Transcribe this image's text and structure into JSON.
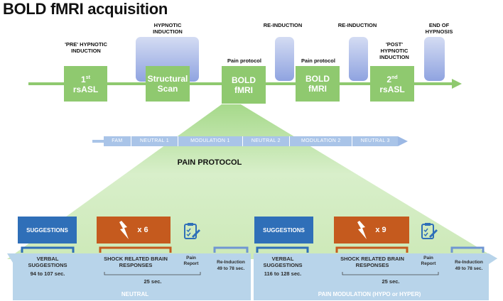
{
  "title": "BOLD fMRI acquisition",
  "timeline": {
    "above_labels": {
      "pre_hypnotic": "'PRE' HYPNOTIC INDUCTION",
      "hypnotic": "HYPNOTIC INDUCTION",
      "re_induction_1": "RE-INDUCTION",
      "re_induction_2": "RE-INDUCTION",
      "post_hypnotic": "'POST' HYPNOTIC INDUCTION",
      "end": "END OF HYPNOSIS",
      "pain_protocol_1": "Pain protocol",
      "pain_protocol_2": "Pain protocol"
    },
    "boxes": {
      "rsasl1_num": "1",
      "rsasl1_sup": "st",
      "rsasl1_word": "rsASL",
      "structural_1": "Structural",
      "structural_2": "Scan",
      "bold1_a": "BOLD",
      "bold1_b": "fMRI",
      "bold2_a": "BOLD",
      "bold2_b": "fMRI",
      "rsasl2_num": "2",
      "rsasl2_sup": "nd",
      "rsasl2_word": "rsASL"
    }
  },
  "segments": [
    "FAM",
    "NEUTRAL 1",
    "MODULATION 1",
    "NEUTRAL 2",
    "MODULATION 2",
    "NEUTRAL 3"
  ],
  "pain_protocol_title": "PAIN PROTOCOL",
  "left_panel": {
    "suggestions": "SUGGESTIONS",
    "shock_count": "x 6",
    "verbal_1": "VERBAL",
    "verbal_2": "SUGGESTIONS",
    "verbal_time": "94 to 107 sec.",
    "shock_label_1": "SHOCK RELATED BRAIN",
    "shock_label_2": "RESPONSES",
    "pain_report_1": "Pain",
    "pain_report_2": "Report",
    "duration": "25 sec.",
    "reinduction": "Re-Induction",
    "reinduction_time": "49 to 78 sec.",
    "condition": "NEUTRAL"
  },
  "right_panel": {
    "suggestions": "SUGGESTIONS",
    "shock_count": "x 9",
    "verbal_1": "VERBAL",
    "verbal_2": "SUGGESTIONS",
    "verbal_time": "116 to 128 sec.",
    "shock_label_1": "SHOCK RELATED BRAIN",
    "shock_label_2": "RESPONSES",
    "pain_report_1": "Pain",
    "pain_report_2": "Report",
    "duration": "25 sec.",
    "reinduction": "Re-Induction",
    "reinduction_time": "49 to 78 sec.",
    "condition": "PAIN MODULATION (HYPO or HYPER)"
  },
  "colors": {
    "green": "#8fc96f",
    "light_green": "#d6ecc6",
    "blue_panel": "#b8d4ea",
    "suggestion_blue": "#2f6fb8",
    "shock_orange": "#c55a1e",
    "segment_bar": "#a9c4e8"
  }
}
